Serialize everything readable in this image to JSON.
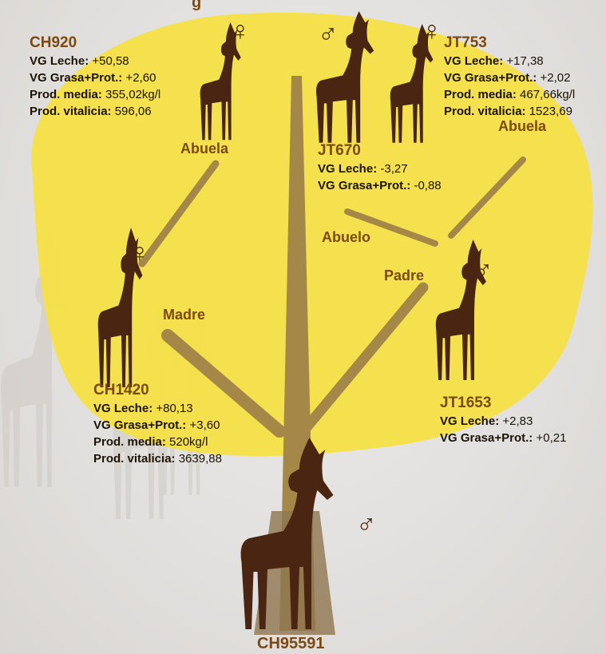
{
  "header": {
    "title_fragment": "g"
  },
  "symbols": {
    "female": "♀",
    "male": "♂"
  },
  "relations": {
    "grandmother": "Abuela",
    "grandfather": "Abuelo",
    "mother": "Madre",
    "father": "Padre"
  },
  "animals": {
    "ch920": {
      "code": "CH920",
      "rows": [
        {
          "k": "VG Leche:",
          "v": " +50,58"
        },
        {
          "k": "VG Grasa+Prot.:",
          "v": " +2,60"
        },
        {
          "k": "Prod. media:",
          "v": " 355,02kg/l"
        },
        {
          "k": "Prod. vitalicia:",
          "v": " 596,06"
        }
      ]
    },
    "jt753": {
      "code": "JT753",
      "rows": [
        {
          "k": "VG Leche:",
          "v": " +17,38"
        },
        {
          "k": "VG Grasa+Prot.:",
          "v": " +2,02"
        },
        {
          "k": "Prod. media:",
          "v": " 467,66kg/l"
        },
        {
          "k": "Prod. vitalicia:",
          "v": " 1523,69"
        }
      ]
    },
    "jt670": {
      "code": "JT670",
      "rows": [
        {
          "k": "VG Leche:",
          "v": " -3,27"
        },
        {
          "k": "VG Grasa+Prot.:",
          "v": " -0,88"
        }
      ]
    },
    "ch1420": {
      "code": "CH1420",
      "rows": [
        {
          "k": "VG Leche:",
          "v": " +80,13"
        },
        {
          "k": "VG Grasa+Prot.:",
          "v": " +3,60"
        },
        {
          "k": "Prod. media:",
          "v": " 520kg/l"
        },
        {
          "k": "Prod. vitalicia:",
          "v": " 3639,88"
        }
      ]
    },
    "jt1653": {
      "code": "JT1653",
      "rows": [
        {
          "k": "VG Leche:",
          "v": " +2,83"
        },
        {
          "k": "VG Grasa+Prot.:",
          "v": " +0,21"
        }
      ]
    },
    "ch95591": {
      "code": "CH95591"
    }
  },
  "colors": {
    "tree_fill": "#f5e046",
    "goat": "#4a2612",
    "branch": "#a58848",
    "code_text": "#7a4a12"
  }
}
